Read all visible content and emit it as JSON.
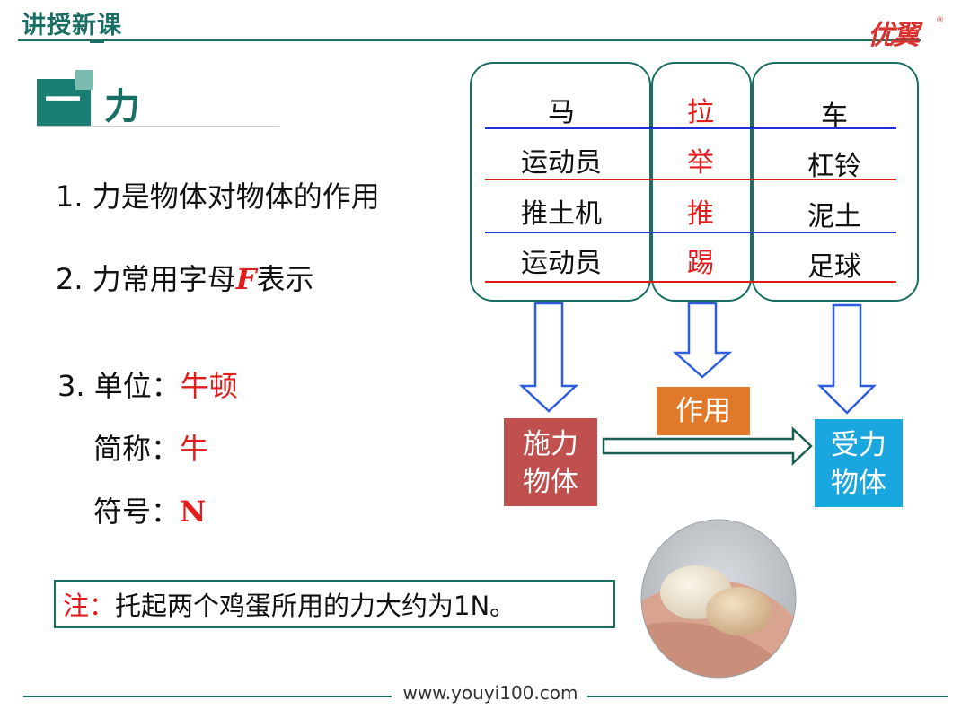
{
  "header": {
    "title": "讲授新课",
    "brand": "优翼",
    "brand_mark": "®"
  },
  "section": {
    "number": "一",
    "title": "力"
  },
  "points": {
    "p1": "1. 力是物体对物体的作用",
    "p2_pre": "2. 力常用字母",
    "p2_letter": "F",
    "p2_post": "表示",
    "p3_label": "3. 单位：",
    "p3_value": "牛顿",
    "p4_label": "简称：",
    "p4_value": "牛",
    "p5_label": "符号：",
    "p5_value": "N"
  },
  "table": {
    "col1": [
      "马",
      "运动员",
      "推土机",
      "运动员"
    ],
    "col2": [
      "拉",
      "举",
      "推",
      "踢"
    ],
    "col3": [
      "车",
      "杠铃",
      "泥土",
      "足球"
    ]
  },
  "diagram": {
    "action_label": "作用",
    "giver_line1": "施力",
    "giver_line2": "物体",
    "receiver_line1": "受力",
    "receiver_line2": "物体"
  },
  "note": {
    "label": "注：",
    "text": "托起两个鸡蛋所用的力大约为1N。"
  },
  "footer": {
    "url": "www.youyi100.com"
  },
  "colors": {
    "theme": "#1a6e63",
    "accent_red": "#e11c1c",
    "blue": "#1f2fd6",
    "giver_box": "#c0504d",
    "action_box": "#e07a2a",
    "receiver_box": "#1aa7e0"
  }
}
